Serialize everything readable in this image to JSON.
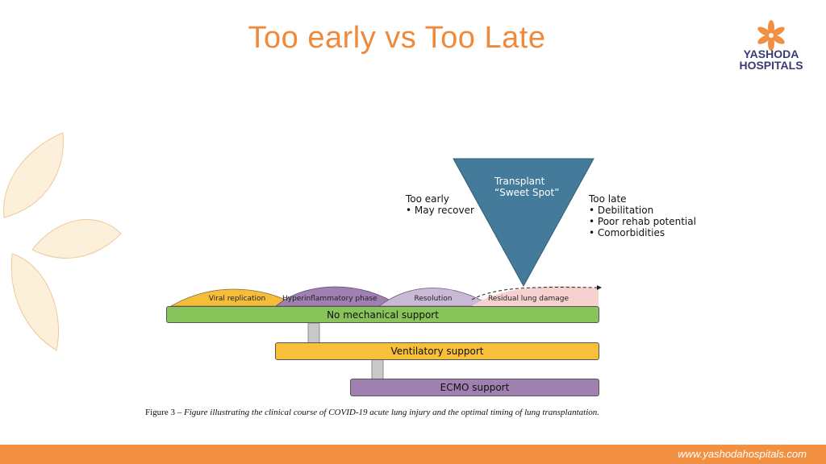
{
  "title": "Too early vs Too Late",
  "logo": {
    "line1": "YASHODA",
    "line2": "HOSPITALS"
  },
  "triangle": {
    "line1": "Transplant",
    "line2": "“Sweet Spot”"
  },
  "too_early": {
    "heading": "Too early",
    "items": [
      "• May recover"
    ]
  },
  "too_late": {
    "heading": "Too late",
    "items": [
      "• Debilitation",
      "• Poor rehab potential",
      "• Comorbidities"
    ]
  },
  "phases": [
    "Viral replication",
    "Hyperinflammatory phase",
    "Resolution",
    "Residual lung damage"
  ],
  "bars": {
    "no_mech": "No mechanical support",
    "ventilatory": "Ventilatory support",
    "ecmo": "ECMO support"
  },
  "caption": {
    "prefix": "Figure 3 – ",
    "text": "Figure illustrating the clinical course of COVID-19 acute lung injury and the optimal timing of lung transplantation."
  },
  "footer": {
    "url": "www.yashodahospitals.com"
  },
  "colors": {
    "accent": "#ef8a3c",
    "triangle": "#447a9a",
    "green": "#88c45a",
    "yellow": "#f8bf3a",
    "purple": "#9f80b0"
  }
}
